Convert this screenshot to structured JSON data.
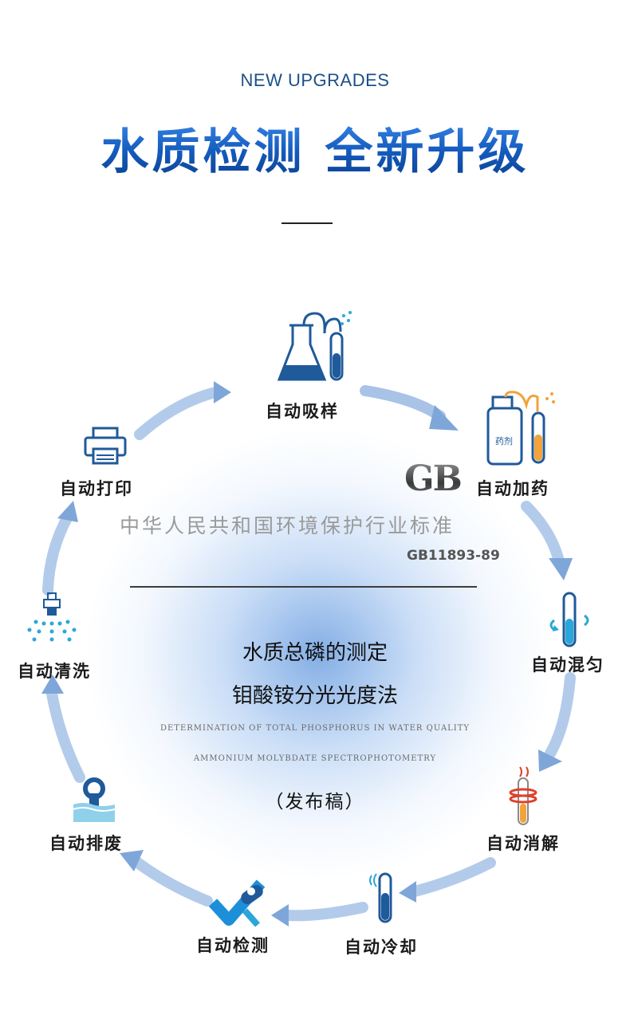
{
  "header": {
    "eyebrow": "NEW UPGRADES",
    "title": "水质检测  全新升级"
  },
  "cycle": {
    "steps": [
      {
        "label": "自动吸样",
        "icon": "flask-sampling-icon"
      },
      {
        "label": "自动加药",
        "icon": "reagent-bottle-icon"
      },
      {
        "label": "自动混匀",
        "icon": "mixing-tube-icon"
      },
      {
        "label": "自动消解",
        "icon": "heating-tube-icon"
      },
      {
        "label": "自动冷却",
        "icon": "cooling-tube-icon"
      },
      {
        "label": "自动检测",
        "icon": "detection-check-icon"
      },
      {
        "label": "自动排废",
        "icon": "drain-pipe-icon"
      },
      {
        "label": "自动清洗",
        "icon": "spray-nozzle-icon"
      },
      {
        "label": "自动打印",
        "icon": "printer-icon"
      }
    ],
    "reagent_label": "药剂"
  },
  "standard": {
    "logo": "GB",
    "organization": "中华人民共和国环境保护行业标准",
    "code": "GB11893-89",
    "title_line1": "水质总磷的测定",
    "title_line2": "钼酸铵分光光度法",
    "english_line1": "DETERMINATION OF TOTAL PHOSPHORUS IN WATER QUALITY",
    "english_line2": "AMMONIUM MOLYBDATE SPECTROPHOTOMETRY",
    "note": "（发布稿）"
  },
  "colors": {
    "brand_blue": "#1a63c6",
    "icon_blue": "#1f5a9a",
    "accent_orange": "#f2a33a",
    "heat_red": "#e0402a",
    "cyan": "#2aa7d8"
  }
}
